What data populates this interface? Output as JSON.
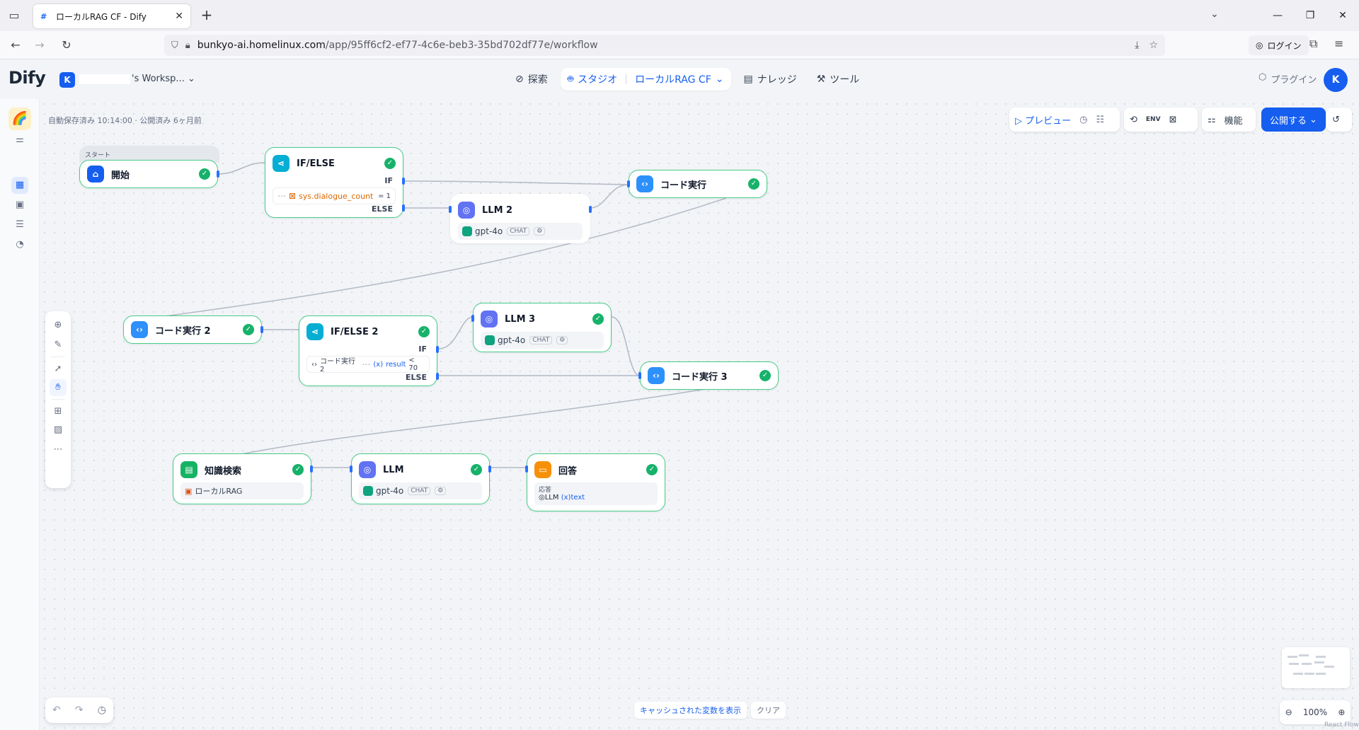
{
  "browser": {
    "tab_title": "ローカルRAG CF - Dify",
    "url_domain": "bunkyo-ai.homelinux.com",
    "url_path": "/app/95ff6cf2-ef77-4c6e-beb3-35bd702df77e/workflow",
    "login_label": "ログイン"
  },
  "header": {
    "logo": "Dify",
    "workspace_initial": "K",
    "workspace_name": "'s Worksp...",
    "nav": {
      "explore": "探索",
      "studio": "スタジオ",
      "app": "ローカルRAG CF",
      "knowledge": "ナレッジ",
      "tools": "ツール"
    },
    "plugin": "プラグイン",
    "user_initial": "K"
  },
  "canvas": {
    "autosave": "自動保存済み 10:14:00 · 公開済み 6ヶ月前",
    "toolbar": {
      "preview": "プレビュー",
      "env": "ENV",
      "features": "機能",
      "publish": "公開する"
    },
    "cache": {
      "show": "キャッシュされた変数を表示",
      "clear": "クリア"
    },
    "zoom": "100%",
    "react_flow": "React Flow"
  },
  "nodes": {
    "start": {
      "tag": "スタート",
      "title": "開始"
    },
    "ifelse1": {
      "title": "IF/ELSE",
      "if": "IF",
      "else": "ELSE",
      "var": "sys.dialogue_count",
      "op": "= 1"
    },
    "llm2": {
      "title": "LLM 2",
      "model": "gpt-4o",
      "mode": "CHAT"
    },
    "code1": {
      "title": "コード実行"
    },
    "code2": {
      "title": "コード実行 2"
    },
    "ifelse2": {
      "title": "IF/ELSE 2",
      "if": "IF",
      "else": "ELSE",
      "src": "コード実行 2",
      "var": "result",
      "op": "< 70"
    },
    "llm3": {
      "title": "LLM 3",
      "model": "gpt-4o",
      "mode": "CHAT"
    },
    "code3": {
      "title": "コード実行 3"
    },
    "knowledge": {
      "title": "知識検索",
      "dataset": "ローカルRAG"
    },
    "llm": {
      "title": "LLM",
      "model": "gpt-4o",
      "mode": "CHAT"
    },
    "answer": {
      "title": "回答",
      "label": "応答",
      "src": "LLM",
      "var": "text"
    }
  },
  "colors": {
    "accent": "#155eef",
    "node_border": "#47cd89",
    "check": "#17b26a"
  }
}
